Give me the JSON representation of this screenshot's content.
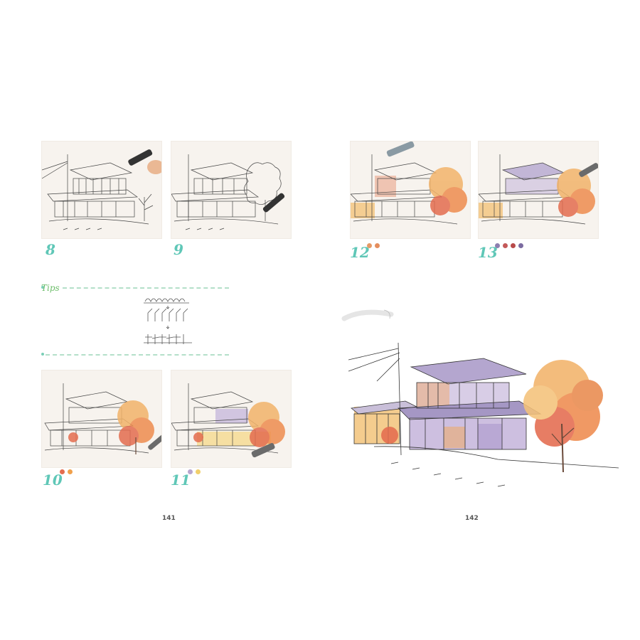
{
  "left_page": {
    "page_number": "141",
    "tips_title": "Tips",
    "tips_text": "",
    "steps": [
      {
        "number": "8",
        "caption": "",
        "swatches": []
      },
      {
        "number": "9",
        "caption": "",
        "swatches": []
      },
      {
        "number": "10",
        "caption": "",
        "swatches": [
          "#e46c4f",
          "#f0a04b"
        ]
      },
      {
        "number": "11",
        "caption": "",
        "swatches": [
          "#b7a6cf",
          "#f1cf6b"
        ]
      }
    ]
  },
  "right_page": {
    "page_number": "142",
    "final_label": "",
    "steps": [
      {
        "number": "12",
        "caption": "",
        "swatches": [
          "#e59a66",
          "#e58e5e"
        ]
      },
      {
        "number": "13",
        "caption": "",
        "swatches": [
          "#8d7fb0",
          "#c45a5a",
          "#b84a4a",
          "#7b6ba0"
        ]
      }
    ]
  },
  "colors": {
    "accent_teal": "#5fc7b7",
    "tips_green": "#6dbd6a",
    "panel_bg": "#f7f3ee"
  }
}
